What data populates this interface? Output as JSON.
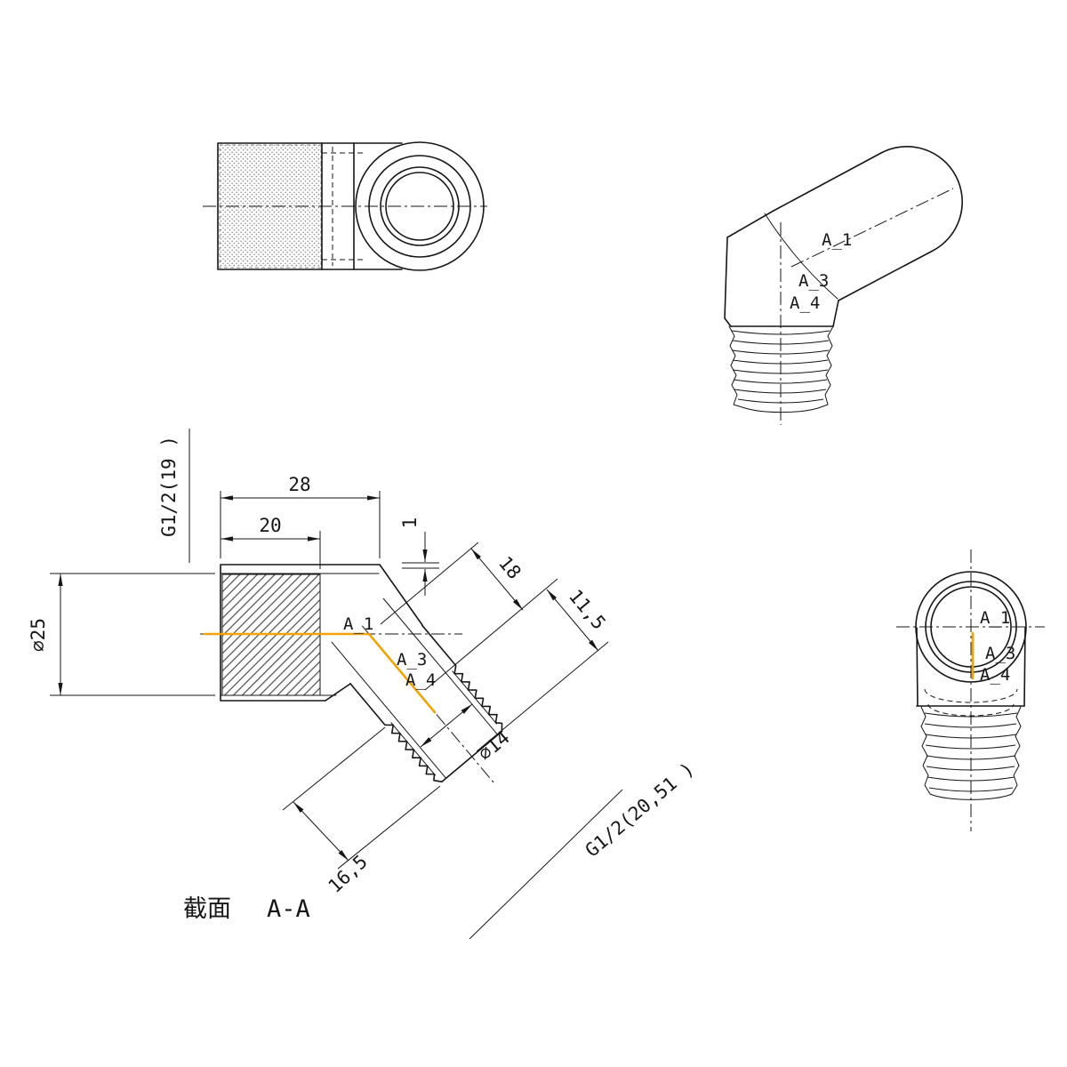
{
  "drawing": {
    "type": "engineering-drawing",
    "part": "G1/2 45-degree elbow pipe fitting, section A-A",
    "caption": {
      "section": "截面",
      "section_name": "A-A"
    },
    "dimensions": {
      "width_total": "28",
      "thread_depth": "20",
      "step": "1",
      "female_thread": "G1/2(19 )",
      "bore_dia": "∅25",
      "len_18": "18",
      "len_11_5": "11,5",
      "branch_bore_dia": "∅14",
      "thread_len": "16,5",
      "male_thread": "G1/2(20,51 )"
    },
    "section_labels": {
      "a1": "A_1",
      "a3": "A_3",
      "a4": "A_4"
    },
    "colors": {
      "line": "#161616",
      "highlight": "#F5A302",
      "hatch": "#8c8c8c"
    }
  }
}
